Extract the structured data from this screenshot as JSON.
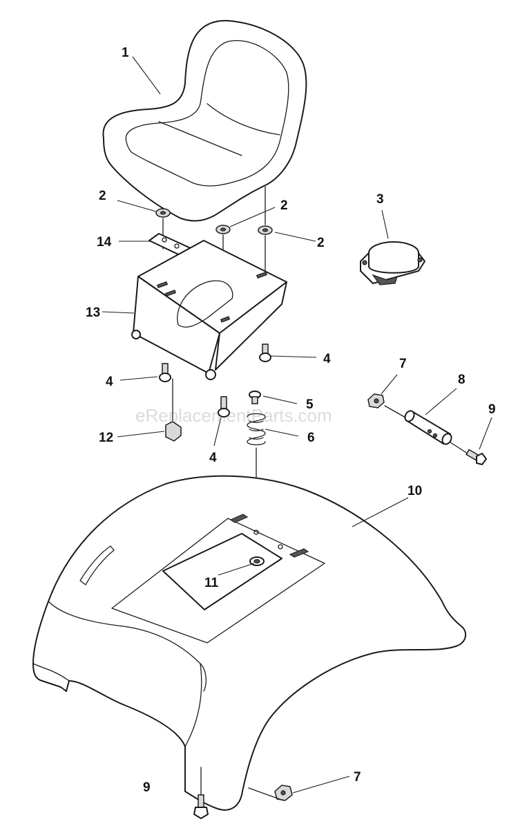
{
  "watermark": "eReplacementParts.com",
  "callouts": {
    "c1": "1",
    "c2a": "2",
    "c2b": "2",
    "c2c": "2",
    "c3": "3",
    "c4a": "4",
    "c4b": "4",
    "c4c": "4",
    "c5": "5",
    "c6": "6",
    "c7a": "7",
    "c7b": "7",
    "c8": "8",
    "c9a": "9",
    "c9b": "9",
    "c10": "10",
    "c11": "11",
    "c12": "12",
    "c13": "13",
    "c14": "14"
  }
}
